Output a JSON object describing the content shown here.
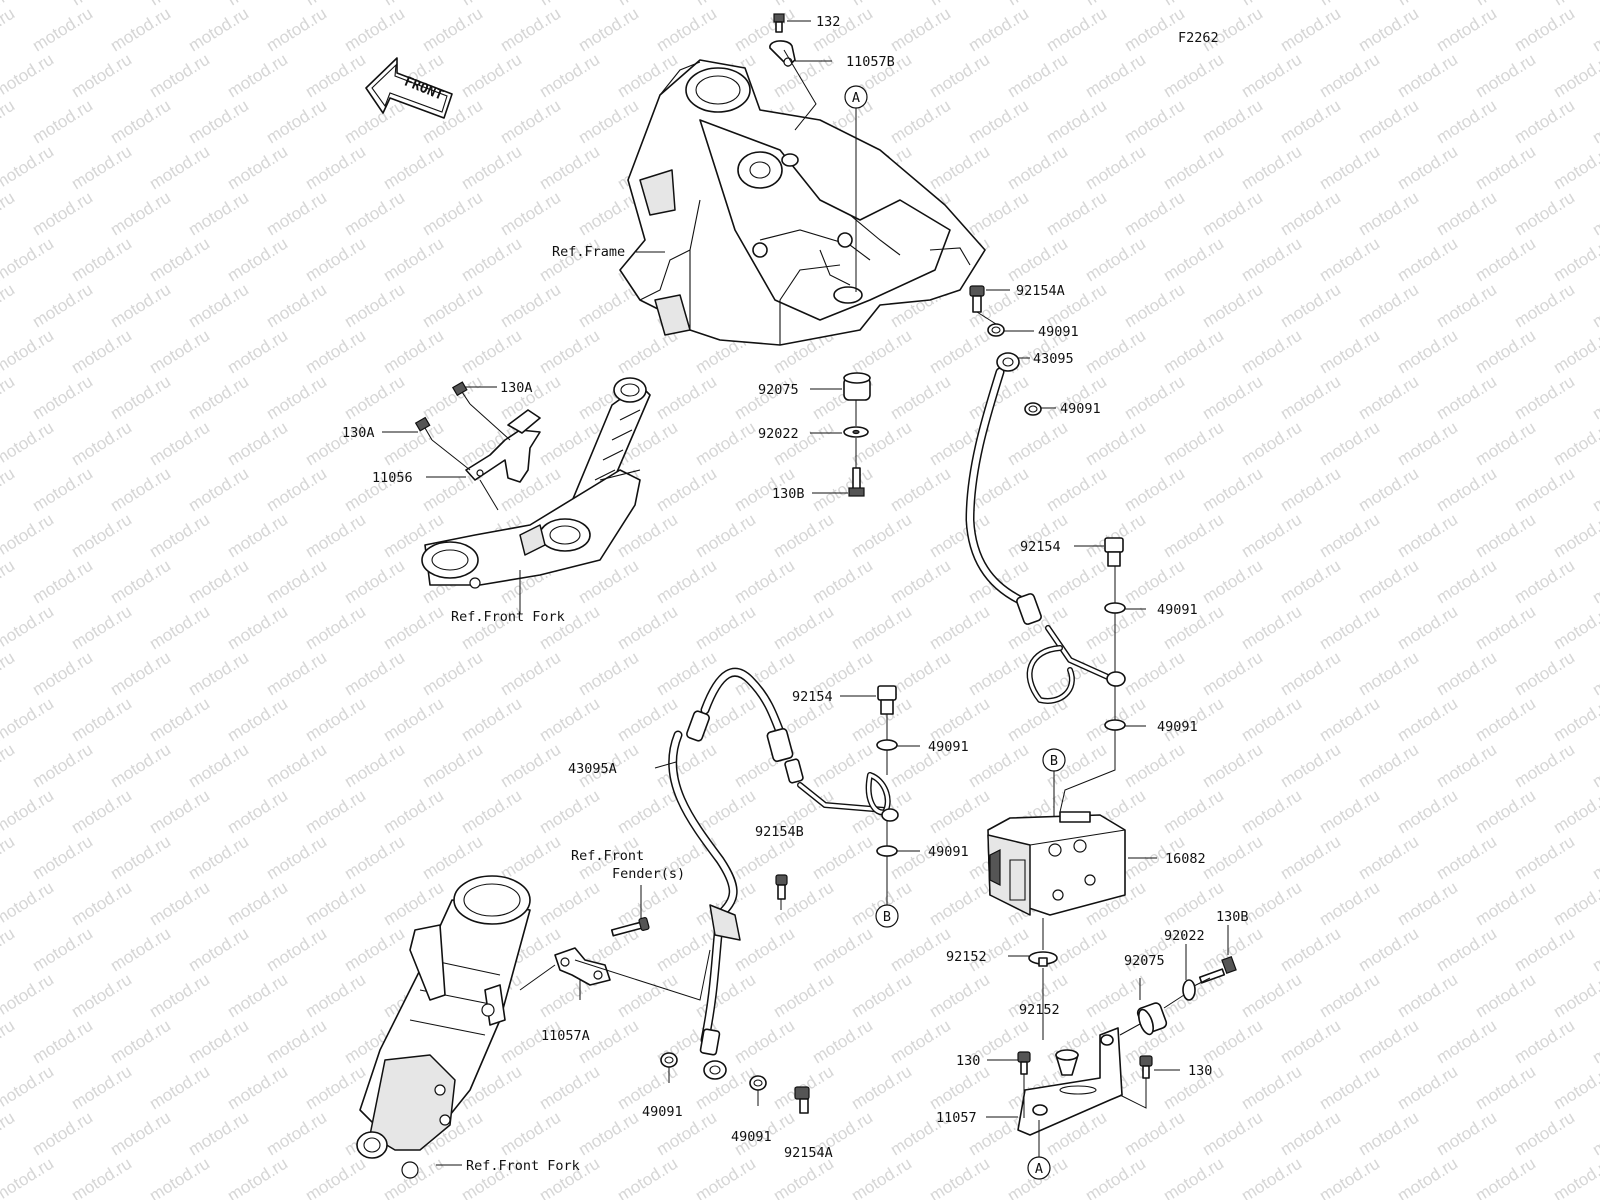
{
  "diagram_code": "F2262",
  "watermark": "motod.ru",
  "front_arrow": "FRONT",
  "refs": {
    "frame": "Ref.Frame",
    "front_fork_top": "Ref.Front Fork",
    "front_fork_bottom": "Ref.Front Fork",
    "front_fender_line1": "Ref.Front",
    "front_fender_line2": "Fender(s)"
  },
  "markers": {
    "a_top": "A",
    "a_bottom": "A",
    "b_mid": "B",
    "b_right": "B"
  },
  "parts": {
    "p132": "132",
    "p11057B": "11057B",
    "p92154A_top": "92154A",
    "p49091_a": "49091",
    "p43095": "43095",
    "p49091_b": "49091",
    "p130A_1": "130A",
    "p130A_2": "130A",
    "p11056": "11056",
    "p92075_top": "92075",
    "p92022_top": "92022",
    "p130B_top": "130B",
    "p92154_right": "92154",
    "p49091_c": "49091",
    "p49091_d": "49091",
    "p92154_mid": "92154",
    "p49091_e": "49091",
    "p43095A": "43095A",
    "p92154B": "92154B",
    "p49091_f": "49091",
    "p16082": "16082",
    "p92152_a": "92152",
    "p92075_bot": "92075",
    "p92022_bot": "92022",
    "p130B_bot": "130B",
    "p92152_b": "92152",
    "p130_left": "130",
    "p130_right": "130",
    "p11057": "11057",
    "p11057A": "11057A",
    "p49091_g": "49091",
    "p49091_h": "49091",
    "p92154A_bot": "92154A"
  }
}
